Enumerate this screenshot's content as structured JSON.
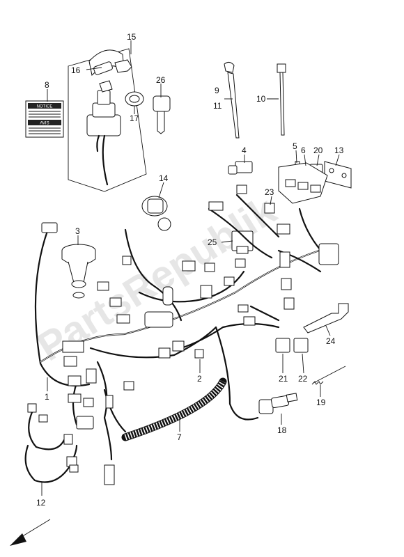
{
  "labels": {
    "l1": "1",
    "l2": "2",
    "l3": "3",
    "l4": "4",
    "l5": "5",
    "l6": "6",
    "l7": "7",
    "l8": "8",
    "l9": "9",
    "l10": "10",
    "l11": "11",
    "l12": "12",
    "l13": "13",
    "l14": "14",
    "l15": "15",
    "l16": "16",
    "l17": "17",
    "l18": "18",
    "l19": "19",
    "l20": "20",
    "l21": "21",
    "l22": "22",
    "l23": "23",
    "l24": "24",
    "l25": "25",
    "l26": "26"
  },
  "label_sheet": {
    "notice": "NOTICE",
    "avis": "AVIS"
  },
  "watermark": "PartsRepublik",
  "colors": {
    "ink": "#111111",
    "watermark": "#e6e6e6",
    "background": "#ffffff"
  }
}
